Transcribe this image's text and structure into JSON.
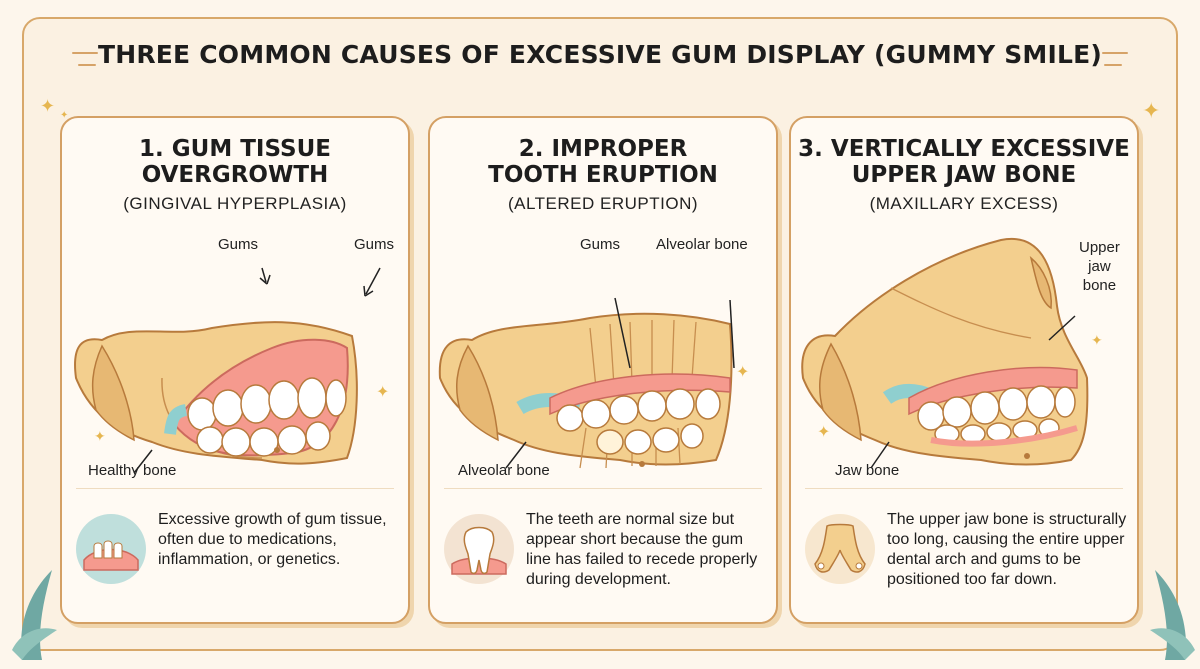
{
  "title": "THREE COMMON CAUSES OF EXCESSIVE GUM DISPLAY (GUMMY SMILE)",
  "colors": {
    "bone": "#f3cf8e",
    "gum": "#f59a8e",
    "tooth": "#ffffff",
    "outline": "#b77a3c",
    "accent_blue": "#8fcfcf",
    "border": "#d4a064"
  },
  "panels": [
    {
      "title_line1": "1. GUM TISSUE",
      "title_line2": "OVERGROWTH",
      "subtitle": "(GINGIVAL HYPERPLASIA)",
      "labels": {
        "gums_a": "Gums",
        "gums_b": "Gums",
        "bone": "Healthy bone"
      },
      "icon": "overgrown-gum-icon",
      "description": "Excessive growth of gum tissue, often due to medications, inflammation, or genetics."
    },
    {
      "title_line1": "2. IMPROPER",
      "title_line2": "TOOTH ERUPTION",
      "subtitle": "(ALTERED ERUPTION)",
      "labels": {
        "gums": "Gums",
        "alveolar_top": "Alveolar bone",
        "alveolar_bottom": "Alveolar bone"
      },
      "icon": "tooth-icon",
      "description": "The teeth are normal size but appear short because the gum line has failed to recede properly during development."
    },
    {
      "title_line1": "3. VERTICALLY EXCESSIVE",
      "title_line2": "UPPER JAW BONE",
      "subtitle": "(MAXILLARY EXCESS)",
      "labels": {
        "upper_1": "Upper",
        "upper_2": "jaw",
        "upper_3": "bone",
        "jaw": "Jaw bone"
      },
      "icon": "upper-jaw-icon",
      "description": "The upper jaw bone is structurally too long, causing the entire upper dental arch and gums to be positioned too far down."
    }
  ]
}
